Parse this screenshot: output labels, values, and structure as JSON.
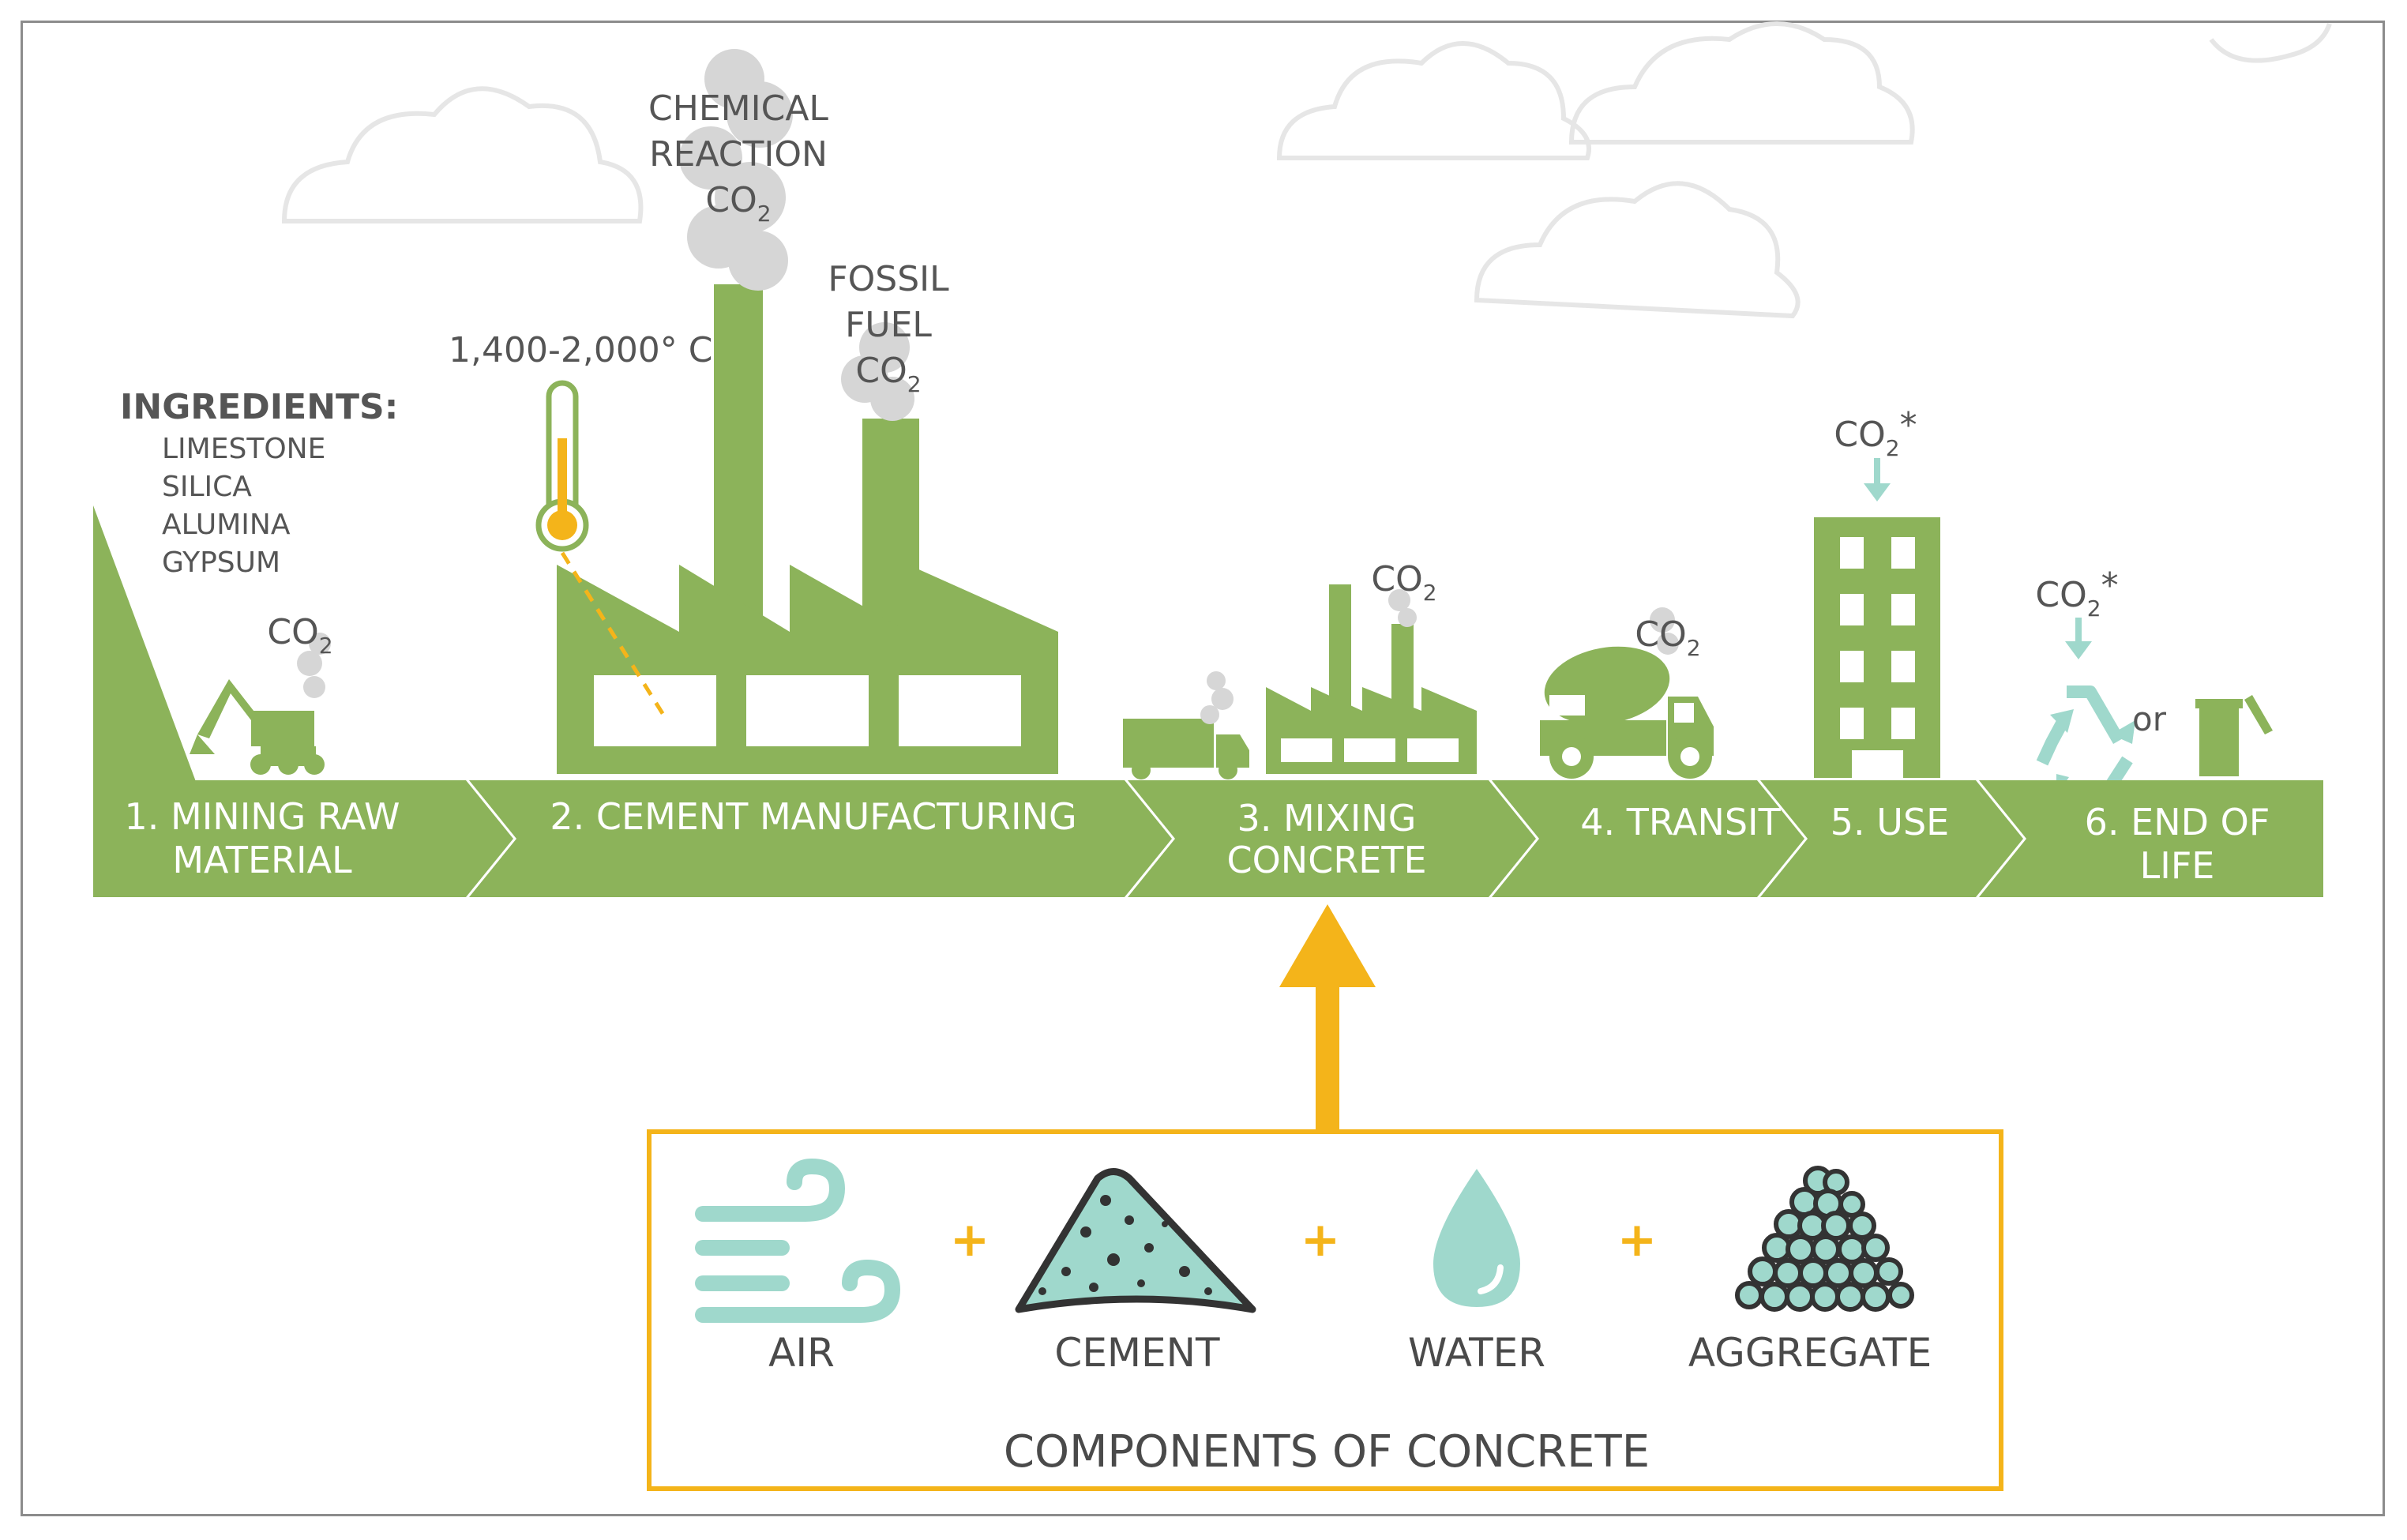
{
  "stages": [
    {
      "lines": [
        "1. MINING RAW",
        "MATERIAL"
      ]
    },
    {
      "lines": [
        "2. CEMENT MANUFACTURING"
      ]
    },
    {
      "lines": [
        "3. MIXING",
        "CONCRETE"
      ]
    },
    {
      "lines": [
        "4. TRANSIT"
      ]
    },
    {
      "lines": [
        "5. USE"
      ]
    },
    {
      "lines": [
        "6. END OF",
        "LIFE"
      ]
    }
  ],
  "ingredients": {
    "title": "INGREDIENTS:",
    "items": [
      "LIMESTONE",
      "SILICA",
      "ALUMINA",
      "GYPSUM"
    ]
  },
  "emissions": {
    "co2_main": "CO",
    "co2_sub": "2",
    "asterisk": "*",
    "chemical_reaction": [
      "CHEMICAL",
      "REACTION"
    ],
    "fossil_fuel": [
      "FOSSIL",
      "FUEL"
    ]
  },
  "temperature": "1,400-2,000° C",
  "end_of_life_or": "or",
  "components": {
    "title": "COMPONENTS OF CONCRETE",
    "items": [
      "AIR",
      "CEMENT",
      "WATER",
      "AGGREGATE"
    ],
    "plus": "+"
  },
  "colors": {
    "green": "#8cb35a",
    "teal": "#9fd8cc",
    "yellow": "#f4b41a",
    "smoke": "#d6d6d6",
    "cloud": "#e8e8e8"
  }
}
